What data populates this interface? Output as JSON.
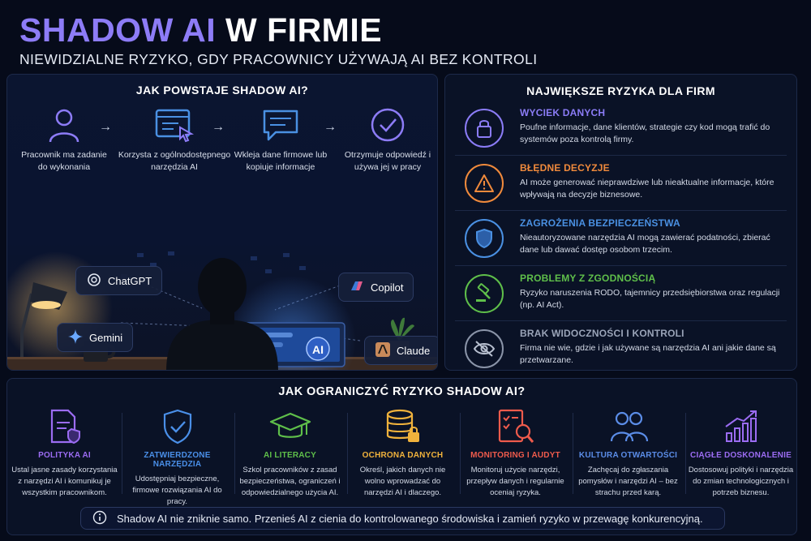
{
  "header": {
    "title_accent": "SHADOW AI",
    "title_rest": "W FIRMIE",
    "subtitle": "NIEWIDZIALNE RYZYKO, GDY PRACOWNICY UŻYWAJĄ AI BEZ KONTROLI"
  },
  "how": {
    "heading": "JAK POWSTAJE SHADOW AI?",
    "steps": [
      {
        "text": "Pracownik ma zadanie do wykonania",
        "icon": "person-icon"
      },
      {
        "text": "Korzysta z ogólnodostępnego narzędzia AI",
        "icon": "browser-cursor-icon"
      },
      {
        "text": "Wkleja dane firmowe lub kopiuje informacje",
        "icon": "chat-bubble-icon"
      },
      {
        "text": "Otrzymuje odpowiedź i używa jej w pracy",
        "icon": "check-circle-icon"
      }
    ],
    "tools": {
      "chatgpt": "ChatGPT",
      "copilot": "Copilot",
      "gemini": "Gemini",
      "claude": "Claude"
    },
    "screen_label": "AI"
  },
  "risks": {
    "heading": "NAJWIĘKSZE RYZYKA DLA FIRM",
    "items": [
      {
        "title": "WYCIEK DANYCH",
        "text": "Poufne informacje, dane klientów, strategie czy kod mogą trafić do systemów poza kontrolą firmy.",
        "color": "#8b7cf6",
        "icon": "padlock-icon"
      },
      {
        "title": "BŁĘDNE DECYZJE",
        "text": "AI może generować nieprawdziwe lub nieaktualne informacje, które wpływają na decyzje biznesowe.",
        "color": "#f08a3c",
        "icon": "warning-icon"
      },
      {
        "title": "ZAGROŻENIA BEZPIECZEŃSTWA",
        "text": "Nieautoryzowane narzędzia AI mogą zawierać podatności, zbierać dane lub dawać dostęp osobom trzecim.",
        "color": "#4a90e2",
        "icon": "shield-icon"
      },
      {
        "title": "PROBLEMY Z ZGODNOŚCIĄ",
        "text": "Ryzyko naruszenia RODO, tajemnicy przedsiębiorstwa oraz regulacji (np. AI Act).",
        "color": "#5fbf4a",
        "icon": "gavel-icon"
      },
      {
        "title": "BRAK WIDOCZNOŚCI I KONTROLI",
        "text": "Firma nie wie, gdzie i jak używane są narzędzia AI ani jakie dane są przetwarzane.",
        "color": "#8a94a8",
        "icon": "eye-slash-icon"
      }
    ]
  },
  "mitigation": {
    "heading": "JAK OGRANICZYĆ RYZYKO SHADOW AI?",
    "items": [
      {
        "title": "POLITYKA AI",
        "text": "Ustal jasne zasady korzystania z narzędzi AI i komunikuj je wszystkim pracownikom.",
        "color": "#9b6cf2",
        "icon": "policy-document-icon"
      },
      {
        "title": "ZATWIERDZONE NARZĘDZIA",
        "text": "Udostępniaj bezpieczne, firmowe rozwiązania AI do pracy.",
        "color": "#4a8fe8",
        "icon": "shield-check-icon"
      },
      {
        "title": "AI LITERACY",
        "text": "Szkol pracowników z zasad bezpieczeństwa, ograniczeń i odpowiedzialnego użycia AI.",
        "color": "#5fbf4a",
        "icon": "graduation-cap-icon"
      },
      {
        "title": "OCHRONA DANYCH",
        "text": "Określ, jakich danych nie wolno wprowadzać do narzędzi AI i dlaczego.",
        "color": "#f0b23c",
        "icon": "database-lock-icon"
      },
      {
        "title": "MONITORING I AUDYT",
        "text": "Monitoruj użycie narzędzi, przepływ danych i regularnie oceniaj ryzyka.",
        "color": "#ef5b4c",
        "icon": "magnifier-checklist-icon"
      },
      {
        "title": "KULTURA OTWARTOŚCI",
        "text": "Zachęcaj do zgłaszania pomysłów i narzędzi AI – bez strachu przed karą.",
        "color": "#5b8de8",
        "icon": "people-icon"
      },
      {
        "title": "CIĄGŁE DOSKONALENIE",
        "text": "Dostosowuj polityki i narzędzia do zmian technologicznych i potrzeb biznesu.",
        "color": "#9b6cf2",
        "icon": "growth-chart-icon"
      }
    ]
  },
  "footer": {
    "icon": "info-icon",
    "text": "Shadow AI nie zniknie samo. Przenieś AI z cienia do kontrolowanego środowiska i zamień ryzyko w przewagę konkurencyjną."
  }
}
